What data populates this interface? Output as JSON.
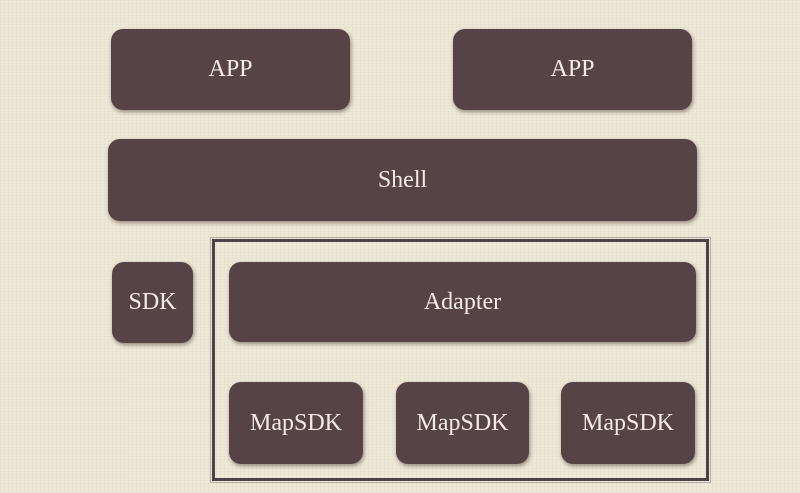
{
  "blocks": {
    "app_left": "APP",
    "app_right": "APP",
    "shell": "Shell",
    "sdk": "SDK",
    "adapter": "Adapter",
    "mapsdk_1": "MapSDK",
    "mapsdk_2": "MapSDK",
    "mapsdk_3": "MapSDK"
  },
  "colors": {
    "background": "#efe8d8",
    "block_fill": "#554346",
    "block_text": "#f3ece4",
    "group_border": "#4a4244"
  }
}
